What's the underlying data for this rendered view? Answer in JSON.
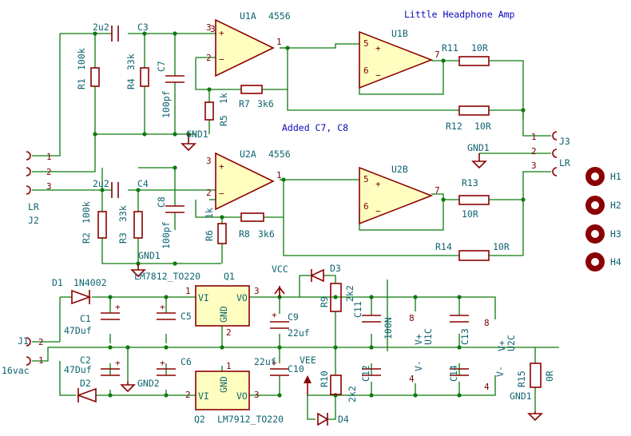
{
  "title": "Little Headphone Amp",
  "note": "Added C7, C8",
  "colors": {
    "wire": "#0e7a0e",
    "component": "#8b0000",
    "fill": "#fffec0",
    "text": "#0e6470",
    "net": "#0a0ab8"
  },
  "refs": {
    "u1a": "U1A",
    "u1a_val": "4556",
    "u1b": "U1B",
    "u2a": "U2A",
    "u2a_val": "4556",
    "u2b": "U2B",
    "u1c": "U1C",
    "u2c": "U2C",
    "r1": "R1",
    "r1v": "100k",
    "r2": "R2",
    "r2v": "100k",
    "r3": "R3",
    "r3v": "33k",
    "r4": "R4",
    "r4v": "33k",
    "r5": "R5",
    "r5v": "1k",
    "r6": "R6",
    "r6v": "1k",
    "r7": "R7",
    "r7v": "3k6",
    "r8": "R8",
    "r8v": "3k6",
    "r9": "R9",
    "r9v": "2k2",
    "r10": "R10",
    "r10v": "2k2",
    "r11": "R11",
    "r11v": "10R",
    "r12": "R12",
    "r12v": "10R",
    "r13": "R13",
    "r13v": "10R",
    "r14": "R14",
    "r14v": "10R",
    "r15": "R15",
    "r15v": "0R",
    "c1": "C1",
    "c1v": "47Duf",
    "c2": "C2",
    "c2v": "47Duf",
    "c3": "C3",
    "c3v": "2u2",
    "c4": "C4",
    "c4v": "2u2",
    "c5": "C5",
    "c6": "C6",
    "c7": "C7",
    "c7v": "100pf",
    "c8": "C8",
    "c8v": "100pf",
    "c9": "C9",
    "c9v": "22uf",
    "c10": "C10",
    "c10v": "22uf",
    "c11": "C11",
    "c11v": "100N",
    "c12": "C12",
    "c13": "C13",
    "c14": "C14",
    "d1": "D1",
    "d1v": "1N4002",
    "d2": "D2",
    "d3": "D3",
    "d4": "D4",
    "q1": "Q1",
    "q1v": "LM7812_TO220",
    "q2": "Q2",
    "q2v": "LM7912_TO220",
    "j1": "J1",
    "j1v": "16vac",
    "j2": "J2",
    "j2v": "LR",
    "j3": "J3",
    "j3v": "LR",
    "h1": "H1",
    "h2": "H2",
    "h3": "H3",
    "h4": "H4"
  },
  "nets": {
    "gnd1": "GND1",
    "gnd2": "GND2",
    "vcc": "VCC",
    "vee": "VEE"
  },
  "pins": {
    "p1": "1",
    "p2": "2",
    "p3": "3",
    "p4": "4",
    "p5": "5",
    "p6": "6",
    "p7": "7",
    "p8": "8",
    "vi": "VI",
    "vo": "VO",
    "gnd": "GND",
    "vplus": "V+",
    "vminus": "V-",
    "plus": "+",
    "minus": "−"
  }
}
